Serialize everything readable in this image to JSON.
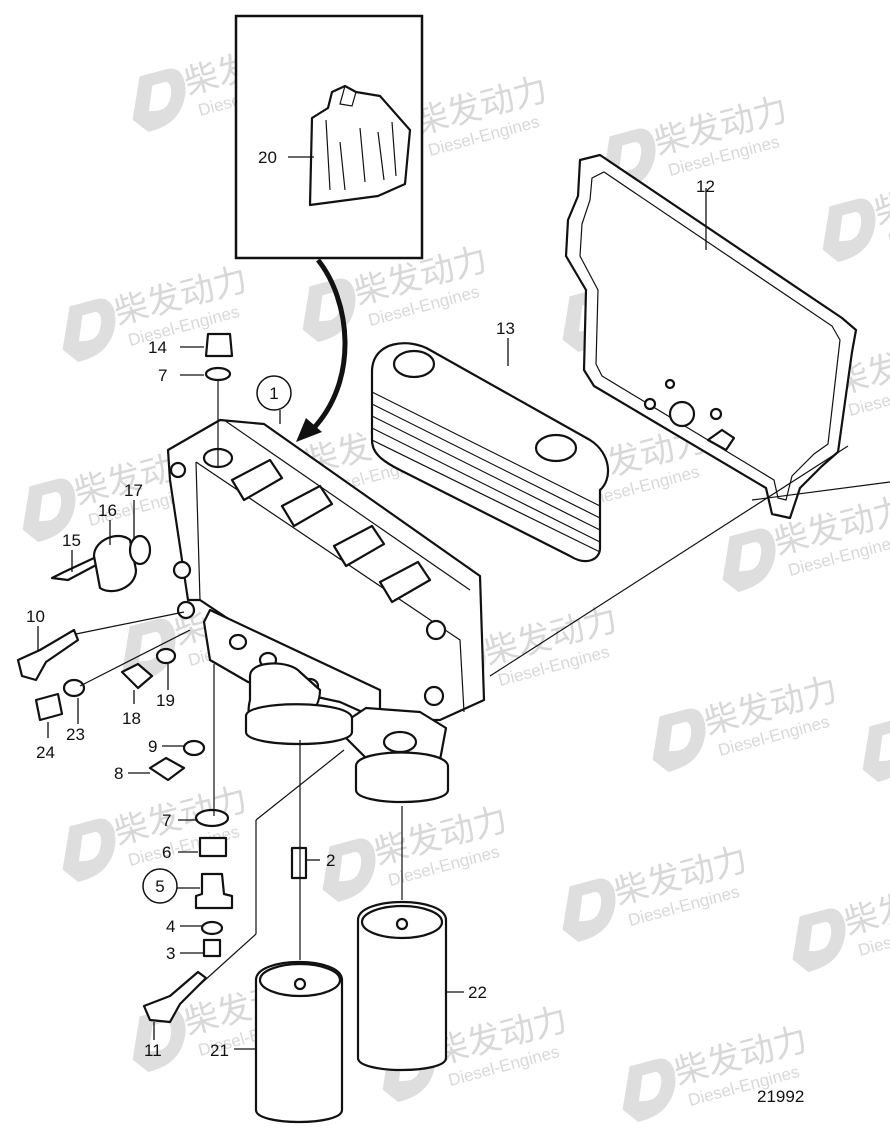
{
  "watermark": {
    "brand": "柴发动力",
    "sub": "Diesel-Engines"
  },
  "drawing_number": "21992",
  "callouts": [
    {
      "id": "c1",
      "text": "1"
    },
    {
      "id": "c2",
      "text": "2"
    },
    {
      "id": "c3",
      "text": "3"
    },
    {
      "id": "c4",
      "text": "4"
    },
    {
      "id": "c5",
      "text": "5"
    },
    {
      "id": "c6",
      "text": "6"
    },
    {
      "id": "c7a",
      "text": "7"
    },
    {
      "id": "c7b",
      "text": "7"
    },
    {
      "id": "c8",
      "text": "8"
    },
    {
      "id": "c9",
      "text": "9"
    },
    {
      "id": "c10",
      "text": "10"
    },
    {
      "id": "c11",
      "text": "11"
    },
    {
      "id": "c12",
      "text": "12"
    },
    {
      "id": "c13",
      "text": "13"
    },
    {
      "id": "c14",
      "text": "14"
    },
    {
      "id": "c15",
      "text": "15"
    },
    {
      "id": "c16",
      "text": "16"
    },
    {
      "id": "c17",
      "text": "17"
    },
    {
      "id": "c18",
      "text": "18"
    },
    {
      "id": "c19",
      "text": "19"
    },
    {
      "id": "c20",
      "text": "20"
    },
    {
      "id": "c21",
      "text": "21"
    },
    {
      "id": "c22",
      "text": "22"
    },
    {
      "id": "c23",
      "text": "23"
    },
    {
      "id": "c24",
      "text": "24"
    }
  ]
}
